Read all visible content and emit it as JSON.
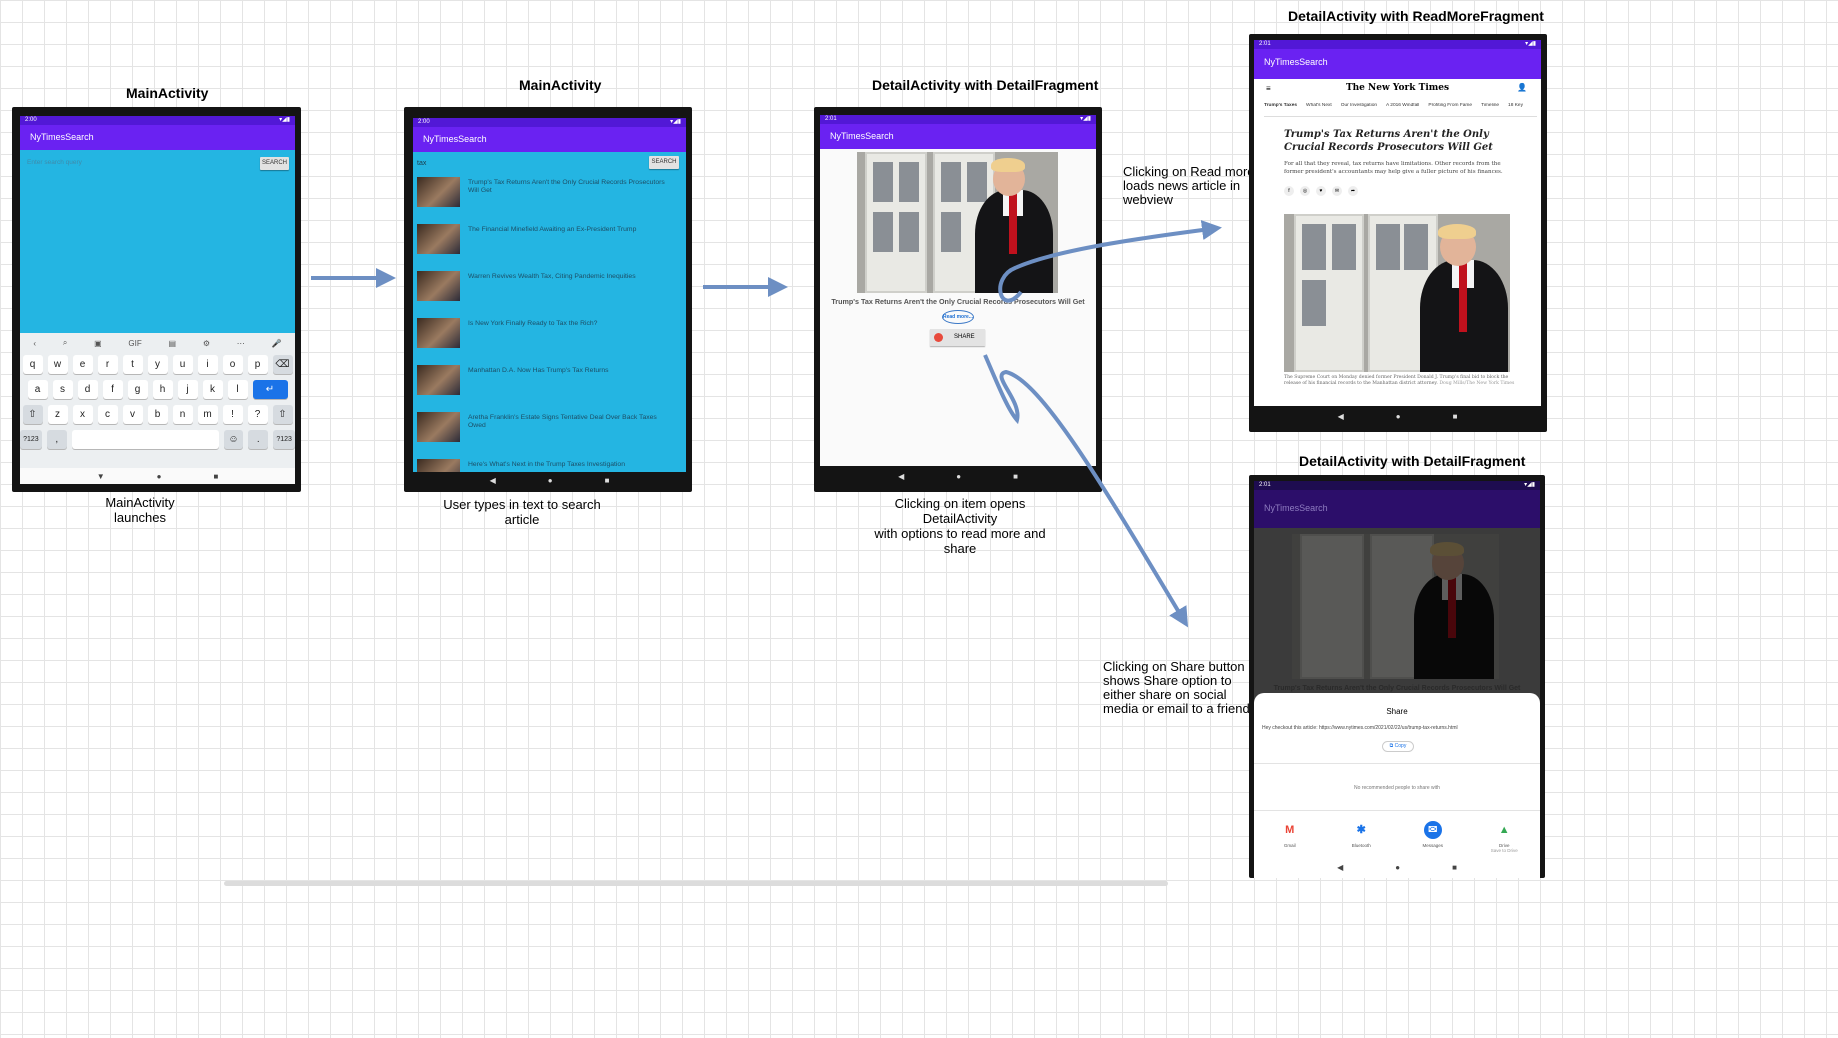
{
  "titles": {
    "main1": "MainActivity",
    "main2": "MainActivity",
    "detail": "DetailActivity with DetailFragment",
    "readmore": "DetailActivity with ReadMoreFragment",
    "share": "DetailActivity with DetailFragment"
  },
  "captions": {
    "main1": "MainActivity launches",
    "main2": "User types in text to search article",
    "detail": "Clicking on item opens DetailActivity\nwith options to read more and share"
  },
  "notes": {
    "readmore": "Clicking on Read more...\nloads news article in\nwebview",
    "share": "Clicking on Share button\nshows Share option to\neither share on social\nmedia or email to a friend."
  },
  "status": {
    "time1": "2:00",
    "time2": "2:00",
    "time3": "2:01",
    "time4": "2:01",
    "time5": "2:01"
  },
  "app": {
    "name": "NyTimesSearch"
  },
  "main1": {
    "search_placeholder": "Enter search query",
    "search_button": "SEARCH",
    "keyboard": {
      "row1": [
        "q",
        "w",
        "e",
        "r",
        "t",
        "y",
        "u",
        "i",
        "o",
        "p"
      ],
      "row2": [
        "a",
        "s",
        "d",
        "f",
        "g",
        "h",
        "j",
        "k",
        "l"
      ],
      "row3": [
        "z",
        "x",
        "c",
        "v",
        "b",
        "n",
        "m",
        "!",
        "?"
      ],
      "key_numbers": "?123",
      "key_comma": ",",
      "key_period": "."
    }
  },
  "main2": {
    "query": "tax",
    "search_button": "SEARCH",
    "results": [
      "Trump's Tax Returns Aren't the Only Crucial Records Prosecutors Will Get",
      "The Financial Minefield Awaiting an Ex-President Trump",
      "Warren Revives Wealth Tax, Citing Pandemic Inequities",
      "Is New York Finally Ready to Tax the Rich?",
      "Manhattan D.A. Now Has Trump's Tax Returns",
      "Aretha Franklin's Estate Signs Tentative Deal Over Back Taxes Owed",
      "Here's What's Next in the Trump Taxes Investigation"
    ]
  },
  "detail": {
    "headline": "Trump's Tax Returns Aren't the Only Crucial Records Prosecutors Will Get",
    "read_more": "Read more...",
    "share_button": "SHARE"
  },
  "readmore": {
    "masthead": "The New York Times",
    "nav": [
      "Trump's Taxes",
      "What's Next",
      "Our Investigation",
      "A 2016 Windfall",
      "Profiting From Fame",
      "Timeline",
      "18 Key"
    ],
    "headline": "Trump's Tax Returns Aren't the Only Crucial Records Prosecutors Will Get",
    "summary": "For all that they reveal, tax returns have limitations. Other records from the former president's accountants may help give a fuller picture of his finances.",
    "photo_caption": "The Supreme Court on Monday denied former President Donald J. Trump's final bid to block the release of his financial records to the Manhattan district attorney.",
    "photo_credit": "Doug Mills/The New York Times"
  },
  "share_sheet": {
    "title": "Share",
    "message": "Hey checkout this article: https://www.nytimes.com/2021/02/22/us/trump-tax-returns.html",
    "copy": "Copy",
    "no_people": "No recommended people to share with",
    "targets": [
      {
        "label": "Gmail",
        "sub": "",
        "color": "#ea4335"
      },
      {
        "label": "Bluetooth",
        "sub": "",
        "color": "#1a73e8"
      },
      {
        "label": "Messages",
        "sub": "",
        "color": "#1a73e8"
      },
      {
        "label": "Drive",
        "sub": "Save to Drive",
        "color": "#34a853"
      }
    ],
    "headline_dim": "Trump's Tax Returns Aren't the Only Crucial Records Prosecutors Will Get"
  },
  "colors": {
    "purple_appbar": "#6a22f2",
    "purple_status": "#5218d6",
    "cyan_background": "#24b5e2",
    "arrow_blue": "#6d8fc3"
  }
}
